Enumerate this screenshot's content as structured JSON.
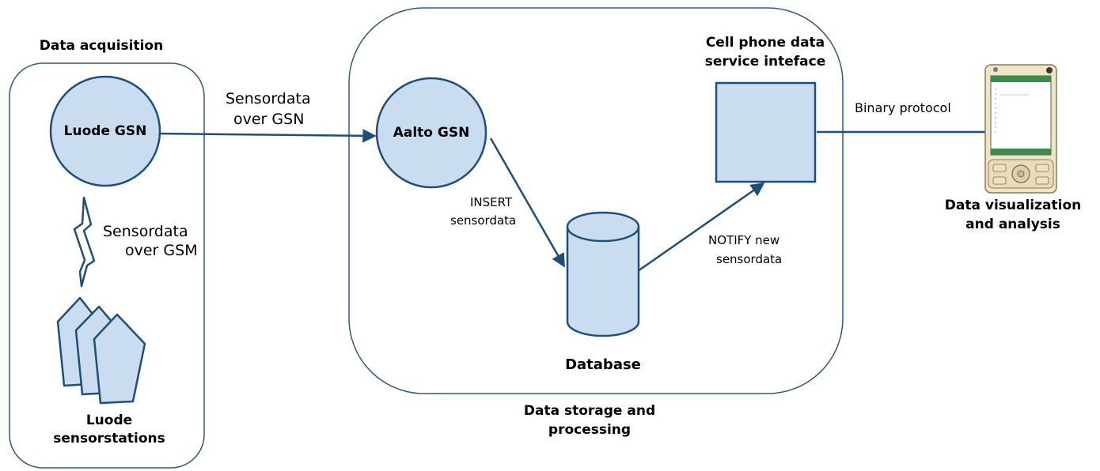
{
  "colors": {
    "stroke": "#1f4e79",
    "fill": "#c9dcf0",
    "container": "#34577d"
  },
  "groups": {
    "acquisition": "Data acquisition",
    "storage_line1": "Data storage and",
    "storage_line2": "processing"
  },
  "nodes": {
    "luode_gsn": "Luode GSN",
    "aalto_gsn": "Aalto GSN",
    "database": "Database",
    "cellphone_line1": "Cell phone data",
    "cellphone_line2": "service inteface",
    "stations_line1": "Luode",
    "stations_line2": "sensorstations",
    "viz_line1": "Data visualization",
    "viz_line2": "and analysis"
  },
  "edges": {
    "gsn_line1": "Sensordata",
    "gsn_line2": "over GSN",
    "gsm_line1": "Sensordata",
    "gsm_line2": "over GSM",
    "insert_line1": "INSERT",
    "insert_line2": "sensordata",
    "notify_line1": "NOTIFY new",
    "notify_line2": "sensordata",
    "binary": "Binary protocol"
  },
  "icons": {
    "phone": "mobile-phone-icon",
    "lightning": "lightning-icon"
  }
}
